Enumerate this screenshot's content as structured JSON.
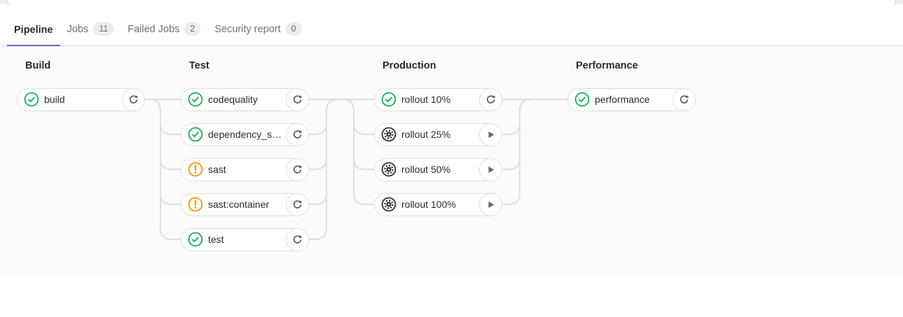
{
  "tabs": [
    {
      "label": "Pipeline",
      "active": true
    },
    {
      "label": "Jobs",
      "badge": "11",
      "active": false
    },
    {
      "label": "Failed Jobs",
      "badge": "2",
      "active": false
    },
    {
      "label": "Security report",
      "badge": "0",
      "active": false
    }
  ],
  "pipeline": {
    "stages": [
      {
        "title": "Build",
        "jobs": [
          {
            "label": "build",
            "status": "success",
            "action": "retry"
          }
        ]
      },
      {
        "title": "Test",
        "jobs": [
          {
            "label": "codequality",
            "status": "success",
            "action": "retry"
          },
          {
            "label": "dependency_s…",
            "status": "success",
            "action": "retry"
          },
          {
            "label": "sast",
            "status": "warning",
            "action": "retry"
          },
          {
            "label": "sast:container",
            "status": "warning",
            "action": "retry"
          },
          {
            "label": "test",
            "status": "success",
            "action": "retry"
          }
        ]
      },
      {
        "title": "Production",
        "jobs": [
          {
            "label": "rollout 10%",
            "status": "success",
            "action": "retry"
          },
          {
            "label": "rollout 25%",
            "status": "manual",
            "action": "play"
          },
          {
            "label": "rollout 50%",
            "status": "manual",
            "action": "play"
          },
          {
            "label": "rollout 100%",
            "status": "manual",
            "action": "play"
          }
        ]
      },
      {
        "title": "Performance",
        "jobs": [
          {
            "label": "performance",
            "status": "success",
            "action": "retry"
          }
        ]
      }
    ]
  },
  "colors": {
    "success": "#1aaa55",
    "warning": "#fc9403",
    "manual": "#2f2f2f",
    "action_icon": "#595959",
    "connector": "#dfdfdf",
    "tab_active_underline": "#6666c4",
    "graph_background": "#fafafa"
  }
}
